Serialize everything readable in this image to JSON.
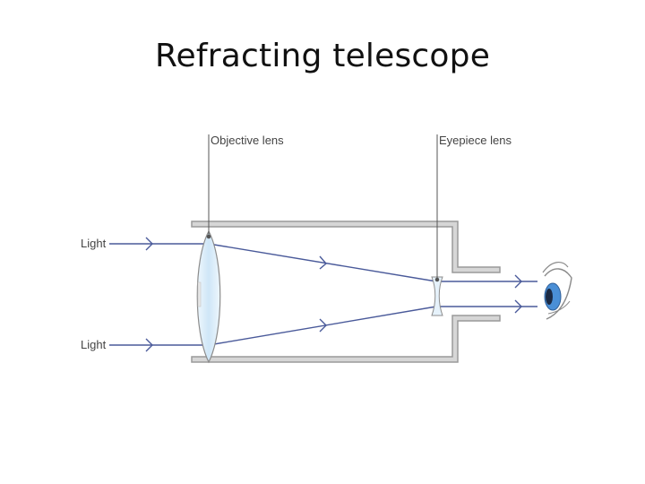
{
  "slide": {
    "title": "Refracting telescope"
  },
  "diagram": {
    "labels": {
      "objective_lens": "Objective lens",
      "eyepiece_lens": "Eyepiece lens",
      "light_top": "Light",
      "light_bottom": "Light"
    },
    "colors": {
      "tube": "#9a9a9a",
      "tube_inner": "#d6d6d6",
      "ray": "#4a5a9a",
      "lens_fill": "#d9ecf9",
      "lens_stroke": "#8c8c8c",
      "leader": "#555555",
      "eye_iris": "#4a8fd6"
    },
    "icons": {
      "eye": "eye-icon"
    }
  }
}
